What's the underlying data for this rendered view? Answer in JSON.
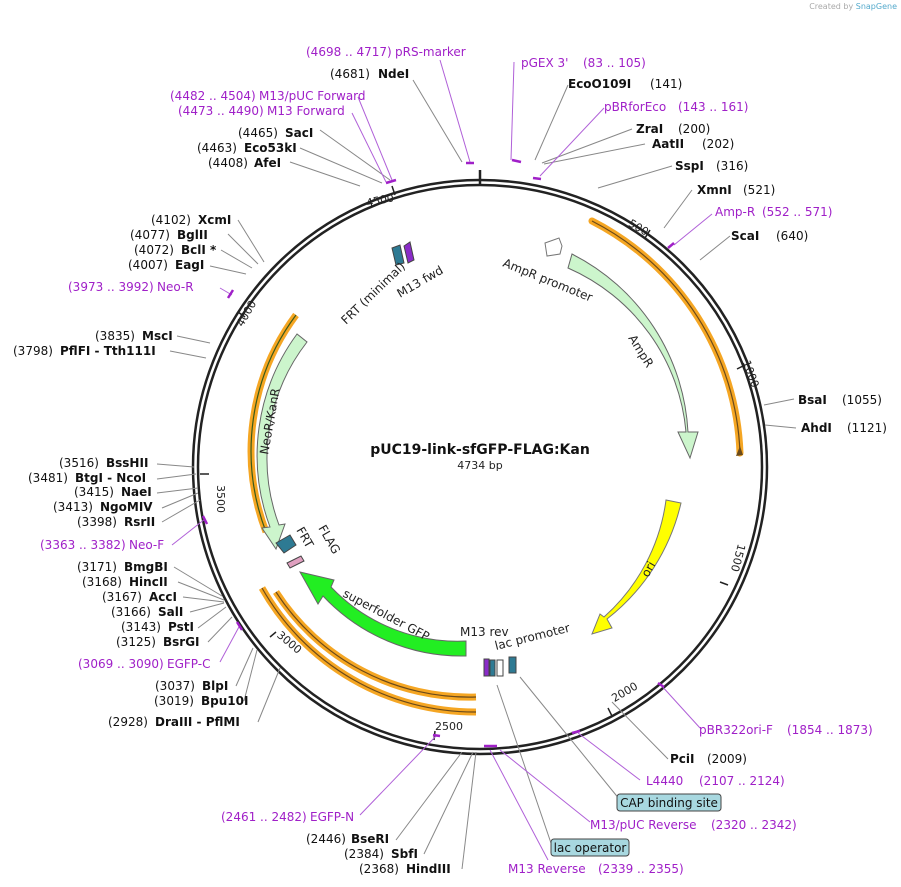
{
  "credit": {
    "prefix": "Created by",
    "brand": "SnapGene"
  },
  "plasmid": {
    "name": "pUC19-link-sfGFP-FLAG:Kan",
    "size": "4734 bp"
  },
  "ticks": [
    "500",
    "1000",
    "1500",
    "2000",
    "2500",
    "3000",
    "3500",
    "4000",
    "4500"
  ],
  "sites": [
    {
      "name": "NdeI",
      "pos": "(4681)"
    },
    {
      "name": "SacI",
      "pos": "(4465)"
    },
    {
      "name": "Eco53kI",
      "pos": "(4463)"
    },
    {
      "name": "AfeI",
      "pos": "(4408)"
    },
    {
      "name": "XcmI",
      "pos": "(4102)"
    },
    {
      "name": "BglII",
      "pos": "(4077)"
    },
    {
      "name": "BclI *",
      "pos": "(4072)"
    },
    {
      "name": "EagI",
      "pos": "(4007)"
    },
    {
      "name": "MscI",
      "pos": "(3835)"
    },
    {
      "name": "PflFI - Tth111I",
      "pos": "(3798)"
    },
    {
      "name": "BssHII",
      "pos": "(3516)"
    },
    {
      "name": "BtgI - NcoI",
      "pos": "(3481)"
    },
    {
      "name": "NaeI",
      "pos": "(3415)"
    },
    {
      "name": "NgoMIV",
      "pos": "(3413)"
    },
    {
      "name": "RsrII",
      "pos": "(3398)"
    },
    {
      "name": "BmgBI",
      "pos": "(3171)"
    },
    {
      "name": "HincII",
      "pos": "(3168)"
    },
    {
      "name": "AccI",
      "pos": "(3167)"
    },
    {
      "name": "SalI",
      "pos": "(3166)"
    },
    {
      "name": "PstI",
      "pos": "(3143)"
    },
    {
      "name": "BsrGI",
      "pos": "(3125)"
    },
    {
      "name": "BlpI",
      "pos": "(3037)"
    },
    {
      "name": "Bpu10I",
      "pos": "(3019)"
    },
    {
      "name": "DraIII - PflMI",
      "pos": "(2928)"
    },
    {
      "name": "BseRI",
      "pos": "(2446)"
    },
    {
      "name": "SbfI",
      "pos": "(2384)"
    },
    {
      "name": "HindIII",
      "pos": "(2368)"
    },
    {
      "name": "EcoO109I",
      "pos": "(141)"
    },
    {
      "name": "ZraI",
      "pos": "(200)"
    },
    {
      "name": "AatII",
      "pos": "(202)"
    },
    {
      "name": "SspI",
      "pos": "(316)"
    },
    {
      "name": "XmnI",
      "pos": "(521)"
    },
    {
      "name": "ScaI",
      "pos": "(640)"
    },
    {
      "name": "BsaI",
      "pos": "(1055)"
    },
    {
      "name": "AhdI",
      "pos": "(1121)"
    },
    {
      "name": "PciI",
      "pos": "(2009)"
    }
  ],
  "primers": [
    {
      "name": "pRS-marker",
      "range": "(4698 .. 4717)"
    },
    {
      "name": "M13/pUC Forward",
      "range": "(4482 .. 4504)"
    },
    {
      "name": "M13 Forward",
      "range": "(4473 .. 4490)"
    },
    {
      "name": "Neo-R",
      "range": "(3973 .. 3992)"
    },
    {
      "name": "Neo-F",
      "range": "(3363 .. 3382)"
    },
    {
      "name": "EGFP-C",
      "range": "(3069 .. 3090)"
    },
    {
      "name": "EGFP-N",
      "range": "(2461 .. 2482)"
    },
    {
      "name": "M13 Reverse",
      "range": "(2339 .. 2355)"
    },
    {
      "name": "M13/pUC Reverse",
      "range": "(2320 .. 2342)"
    },
    {
      "name": "L4440",
      "range": "(2107 .. 2124)"
    },
    {
      "name": "pBR322ori-F",
      "range": "(1854 .. 1873)"
    },
    {
      "name": "pGEX 3'",
      "range": "(83 .. 105)"
    },
    {
      "name": "pBRforEco",
      "range": "(143 .. 161)"
    },
    {
      "name": "Amp-R",
      "range": "(552 .. 571)"
    }
  ],
  "boxed_features": [
    "CAP binding site",
    "lac operator"
  ],
  "features": [
    "AmpR promoter",
    "AmpR",
    "ori",
    "superfolder GFP",
    "M13 rev",
    "lac promoter",
    "FRT",
    "FLAG",
    "NeoR/KanR",
    "FRT (minimal)",
    "M13 fwd"
  ],
  "colors": {
    "primer": "#a020c8",
    "ampr": "#ccf5cc",
    "ori": "#ffff00",
    "sfgfp": "#22ee22",
    "orf": "#f5a623",
    "frt": "#2e7a93",
    "cap_box": "#a8d8e0"
  }
}
